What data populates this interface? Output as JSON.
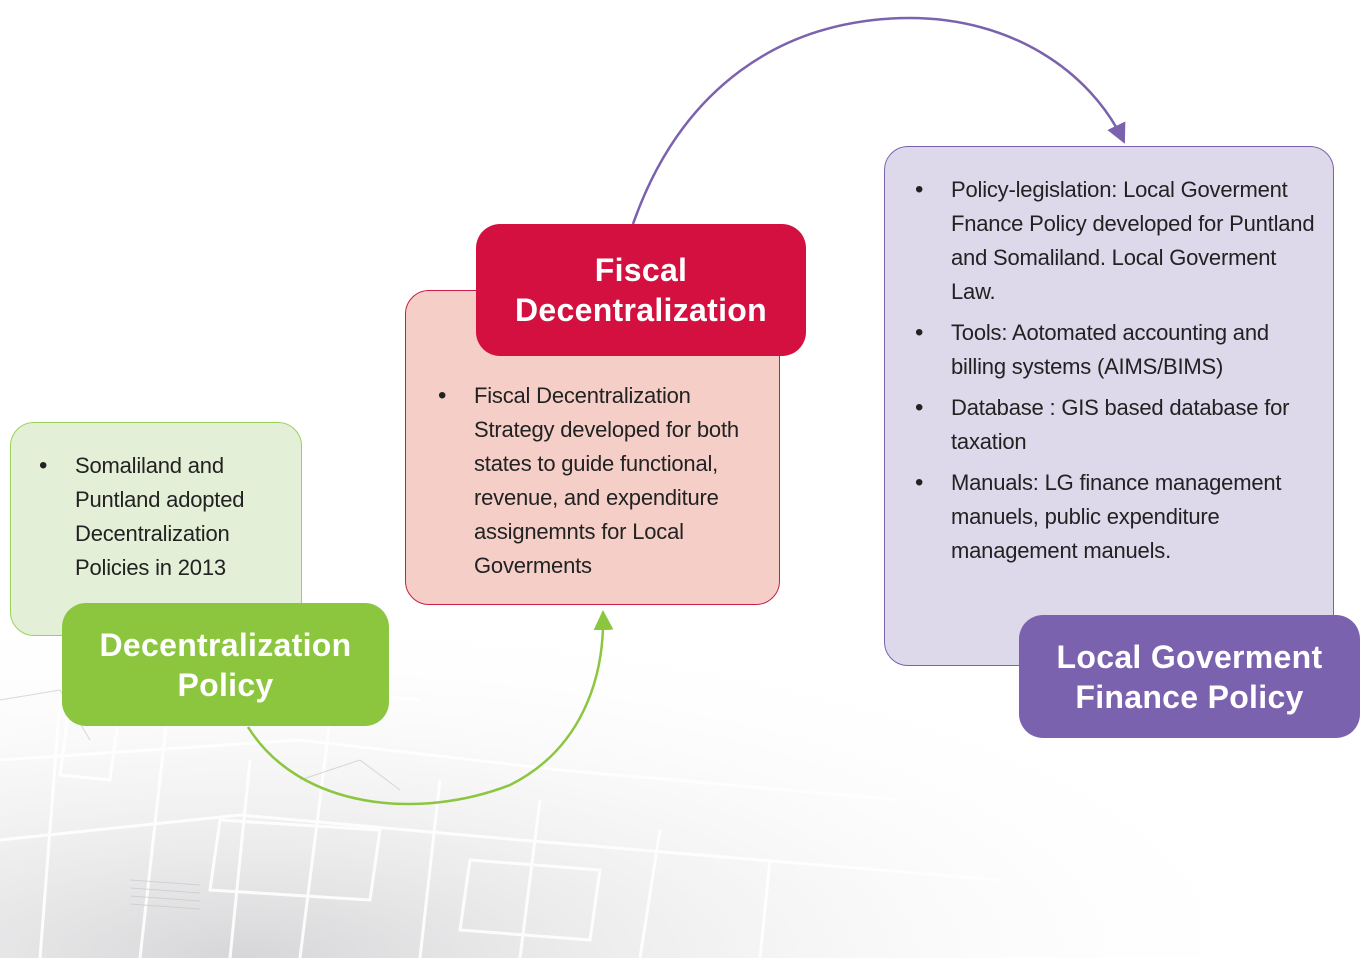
{
  "colors": {
    "green_title": "#8cc63f",
    "green_box": "#e3efd6",
    "red_title": "#d3103f",
    "red_box": "#f5cfc7",
    "purple_title": "#7b62ae",
    "purple_box": "#ddd8ea"
  },
  "steps": [
    {
      "title_line1": "Decentralization",
      "title_line2": "Policy",
      "bullets": [
        "Somaliland and Puntland adopted Decentralization Policies in 2013"
      ]
    },
    {
      "title_line1": "Fiscal",
      "title_line2": "Decentralization",
      "bullets": [
        "Fiscal Decentralization Strategy developed for both states to guide functional, revenue, and expenditure assignemnts for Local Goverments"
      ]
    },
    {
      "title_line1": "Local Goverment",
      "title_line2": "Finance Policy",
      "bullets": [
        "Policy-legislation: Local Goverment Fnance Policy developed for Puntland and Somaliland. Local Goverment Law.",
        "Tools: Aotomated accounting and billing systems (AIMS/BIMS)",
        "Database : GIS based database for taxation",
        "Manuals: LG finance management manuels, public expenditure management manuels."
      ]
    }
  ]
}
